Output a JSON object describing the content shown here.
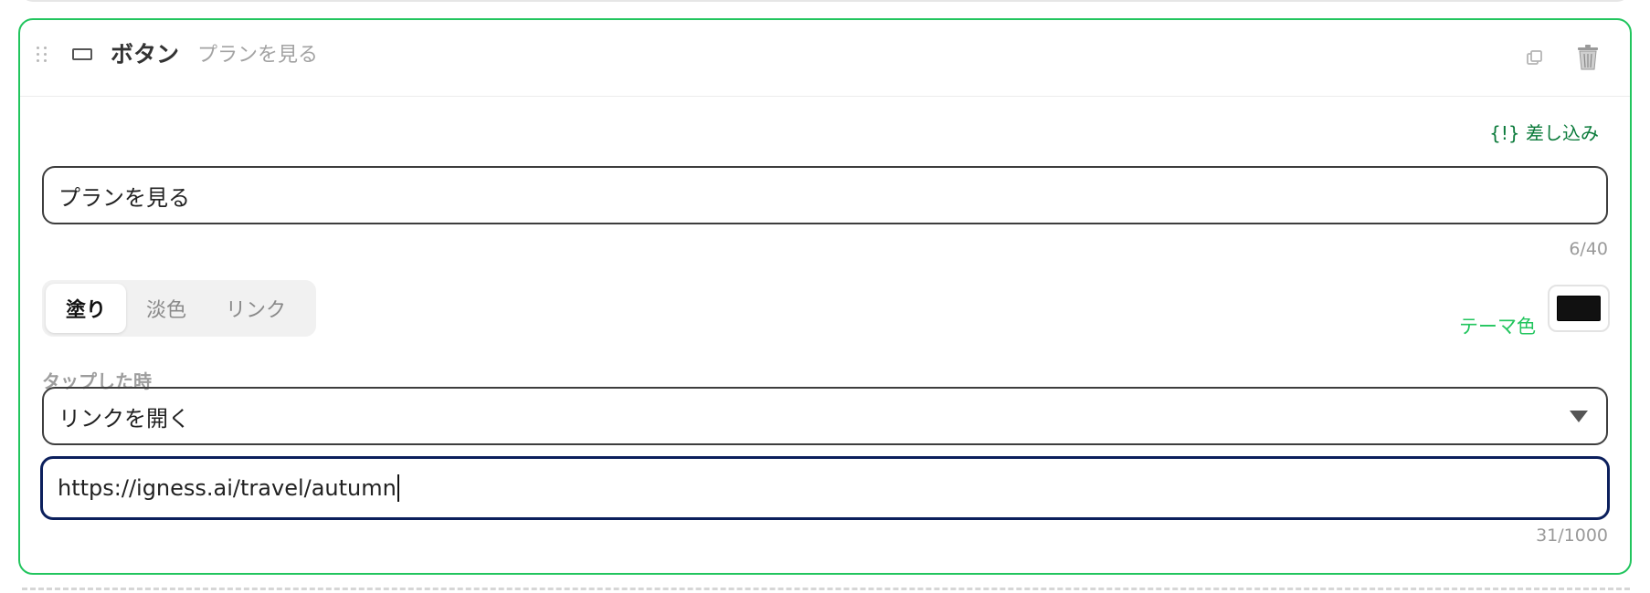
{
  "header": {
    "title": "ボタン",
    "subtitle": "プランを見る",
    "icons": [
      "drag-handle-icon",
      "button-shape-icon",
      "copy-icon",
      "trash-icon"
    ]
  },
  "insert": {
    "label": "{!} 差し込み"
  },
  "button_text": {
    "value": "プランを見る",
    "counter": "6/40"
  },
  "style_tabs": {
    "items": [
      {
        "label": "塗り",
        "active": true
      },
      {
        "label": "淡色",
        "active": false
      },
      {
        "label": "リンク",
        "active": false
      }
    ]
  },
  "theme_color": {
    "label": "テーマ色",
    "value": "#111111"
  },
  "tap_action": {
    "label": "タップした時",
    "selected": "リンクを開く"
  },
  "url": {
    "value": "https://igness.ai/travel/autumn",
    "counter": "31/1000"
  },
  "colors": {
    "accent": "#22c55e",
    "focus": "#0b1f5c",
    "insert_link": "#0a7a3a"
  }
}
